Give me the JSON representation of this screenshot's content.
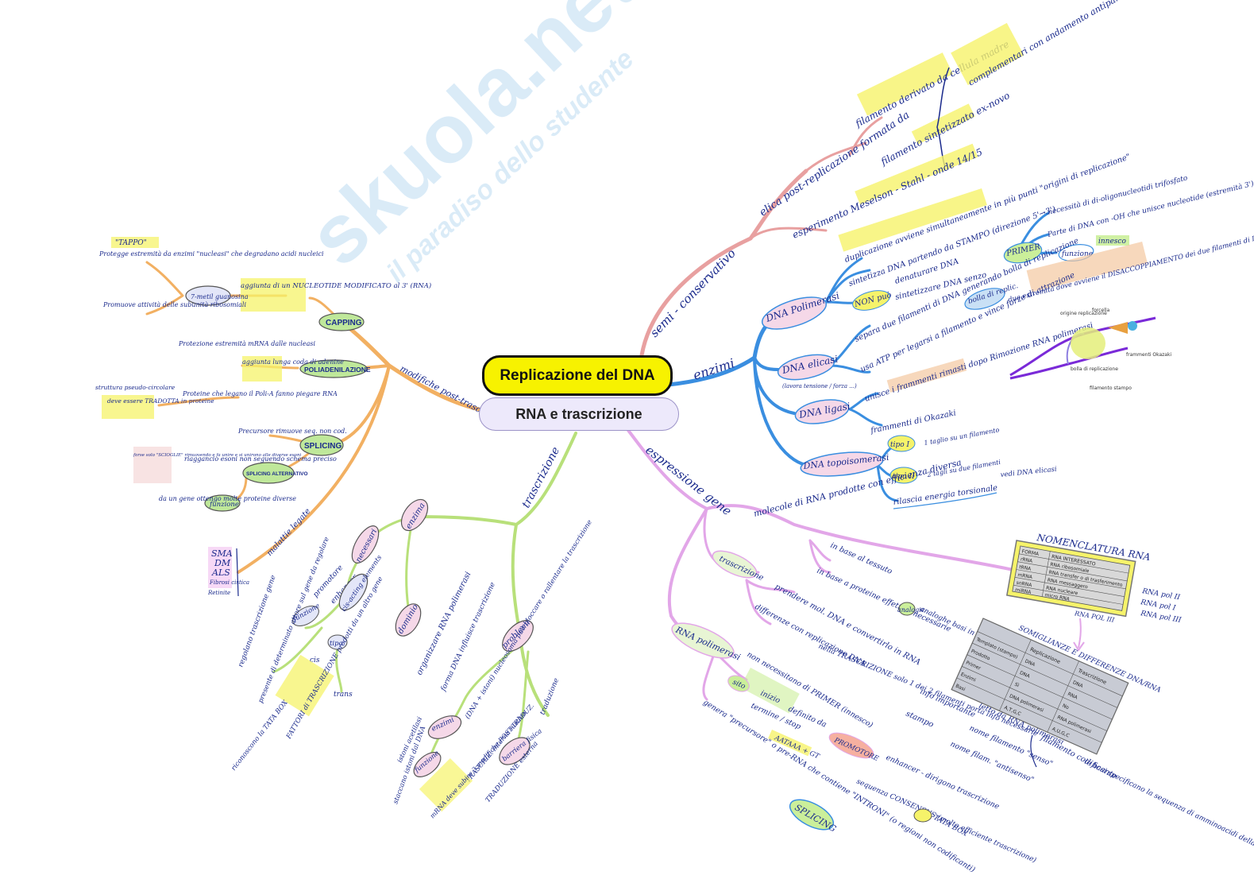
{
  "central": {
    "title": "Replicazione del DNA",
    "subtitle": "RNA e trascrizione"
  },
  "watermark": {
    "brand": "skuola.net",
    "tagline": "il paradiso dello studente"
  },
  "colors": {
    "title_bg": "#f7f200",
    "subtitle_bg": "#ede9fb",
    "branch_red": "#e8a0a0",
    "branch_blue": "#3a8ee0",
    "branch_purple": "#e2a6e8",
    "branch_green": "#b8e07a",
    "branch_orange": "#f2b062",
    "ink": "#1a2a8c"
  },
  "branches": {
    "semiconservativo": {
      "label": "semi - conservativo",
      "elica": "elica post-replicazione formata da",
      "filamento_madre": "filamento derivato da cellula madre",
      "filamento_nuovo": "filamento sintetizzato ex-novo",
      "complementari": "complementari con andamento antiparallelo",
      "esperimento": "esperimento Meselson - Stahl - onde 14/15"
    },
    "enzimi": {
      "label": "enzimi",
      "dna_polimerasi": "DNA Polimerasi",
      "duplicazione": "duplicazione avviene simultaneamente in più punti \"origini di replicazione\"",
      "sintetizza": "sintetizza DNA partendo da STAMPO (direzione 5'→3')",
      "non_puo": "NON può",
      "denaturare": "denaturare DNA",
      "sintetizzare": "sintetizzare DNA senzo",
      "primer": "PRIMER",
      "necessita": "necessità di di-oligonucleotidi trifosfato",
      "parte": "Parte di DNA con -OH che unisce nucleotide (estremità 3')",
      "funzione": "funzione",
      "innesco": "innesco",
      "bolla": "bolla di replic.",
      "due_estremita": "due estremità dove avviene il DISACCOPPIAMENTO dei due filamenti di DNA",
      "dna_elicasi": "DNA elicasi",
      "proteine": "(lavora tensione / forza ...)",
      "separa": "separa due filamenti di DNA generando bolla di replicazione",
      "usa_atp": "usa ATP per legarsi a filamento e vince forze di attrazione",
      "dna_ligasi": "DNA ligasi",
      "unisce": "unisce i frammenti rimasti dopo Rimozione RNA polimerasi",
      "okazaki": "frammenti di Okazaki",
      "topoisomerasi": "DNA topoisomerasi",
      "tipo1": "tipo I",
      "tipo1_desc": "1 taglio su un filamento",
      "tipo2": "tipo II",
      "tipo2_desc": "2 tagli su due filamenti",
      "rilascia": "rilascia energia torsionale",
      "vedi": "vedi DNA elicasi"
    },
    "espressione": {
      "label": "espressione gene",
      "molecole": "molecole di RNA prodotte con efficienza diversa",
      "in_base_tessuto": "in base al tessuto",
      "in_base_proteine": "in base a proteine effettive necessarie",
      "trascrizione": "trascrizione",
      "prendere": "prendere mol. DNA e convertirlo in RNA",
      "analogie": "analogie",
      "diff_replicazione": "differenze con replicazione DNA",
      "analoghe": "analoghe basi in diversa quantità",
      "nella": "nella TRASCRIZIONE solo 1 dei 2 filamenti porta info necessarie",
      "info": "info importante",
      "stampo": "stampo",
      "letto": "letto da RNA polimerasi",
      "nome_senso": "nome filamento \"senso\"",
      "nome_antisenso": "nome filam. \"antisenso\"",
      "filamento_codificante": "filamento codificante",
      "le_basi": "le basi specificano la sequenza di amminoacidi della proteina codificata",
      "rna_polimerasi": "RNA polimerasi",
      "non_necessitano": "non necessitano di PRIMER (innesco)",
      "sito": "sito",
      "inizio": "inizio",
      "definito": "definito da",
      "promotore": "PROMOTORE",
      "termine": "termine / stop",
      "aataaa": "AATAAA + GT",
      "enhancer": "enhancer - dirigono trascrizione",
      "sequenza": "sequenza CONSENSUS (molto efficiente trascrizione)",
      "tata": "TATA BOX",
      "genera": "genera \"precursore\" o pre-RNA che contiene \"INTRONI\" (o regioni non codificanti)",
      "splicing": "SPLICING"
    },
    "trascrizione": {
      "label": "trascrizione",
      "enzima": "enzima",
      "necessari": "necessari",
      "promotore": "promotore",
      "enhancer": "enhancer",
      "cis_acting": "cis-acting elements",
      "dominio": "dominio",
      "funzione": "funzione",
      "tipo": "tipo",
      "regolano": "regolano trascrizione gene",
      "cis": "cis",
      "trans": "trans",
      "presente": "presente di determinato attore sul gene da regolare",
      "fattori": "FATTORI di TRASCRIZIONE prodotti da un altro gene",
      "riconoscono": "riconoscono la TATA BOX",
      "organizzare": "organizzare RNA polimerasi",
      "problemi": "problemi",
      "forma": "forma DNA influisce trascrizione",
      "dna_istoni": "(DNA + istoni) nucleosoma può bloccare o rallentare la trascrizione",
      "enzimi": "enzimi",
      "istoni_acetilasi": "istoni acetilasi",
      "funzione2": "funzione",
      "staccano": "staccano istoni dal DNA",
      "barriera": "barriera fisica",
      "trascriz": "TRASCRIZ. interna nucleo",
      "traduzione_esterna": "TRADUZIONE esterna",
      "mrna": "mRNA deve subire 3 modifiche POST-TRADUZ.",
      "traduzione": "traduzione"
    },
    "modifiche": {
      "label": "modifiche post-trascriz.",
      "capping": "CAPPING",
      "aggiunta_nucleotide": "aggiunta di un NUCLEOTIDE MODIFICATO al 3' (RNA)",
      "metil": "7-metil guanosina",
      "tappo": "\"TAPPO\"",
      "protegge": "Protegge estremità da enzimi \"nucleasi\" che degradano acidi nucleici",
      "promuove": "Promuove attività delle subunità ribosomiali",
      "poliadenilazione": "POLIADENILAZIONE",
      "aggiunta_coda": "aggiunta lunga coda di adenine",
      "protezione": "Protezione estremità mRNA dalle nucleasi",
      "proteine_legano": "Proteine che legano il Poli-A fanno piegare RNA",
      "struttura": "struttura pseudo-circolare",
      "deve_essere": "deve essere TRADOTTA in proteine",
      "splicing": "SPLICING",
      "precursore": "Precursore rimuove seq. non cod.",
      "splicing_alt": "SPLICING ALTERNATIVO",
      "riaggancio": "riaggancio esoni non seguendo schema preciso",
      "forse": "forse solo \"SCIOGLIE\" rimuovendo e fa unire e si unirono alle diverse esoni",
      "funzione": "funzione",
      "da_un_gene": "da un gene ottengo molte proteine diverse",
      "malattie": "malattie legate",
      "sma": "SMA",
      "dm": "DM",
      "als": "ALS",
      "fibrosi": "Fibrosi cistica",
      "retinite": "Retinite"
    }
  },
  "table_nomenclatura": {
    "title": "NOMENCLATURA RNA",
    "header": [
      "FORMA",
      "RNA INTERESSATO"
    ],
    "rows": [
      [
        "rRNA",
        "RNA ribosomiale"
      ],
      [
        "tRNA",
        "RNA transfer o di trasferimento"
      ],
      [
        "mRNA",
        "RNA messaggero"
      ],
      [
        "snRNA",
        "RNA nucleare"
      ],
      [
        "miRNA",
        "micro RNA"
      ]
    ],
    "side": [
      "RNA pol II",
      "RNA pol I",
      "RNA pol III"
    ],
    "foot": "RNA POL III"
  },
  "table_somiglianze": {
    "title": "SOMIGLIANZE E DIFFERENZE DNA/RNA",
    "header": [
      "",
      "Replicazione",
      "Trascrizione"
    ],
    "rows": [
      [
        "Templato (stampo)",
        "DNA",
        "DNA"
      ],
      [
        "Prodotto",
        "DNA",
        "RNA"
      ],
      [
        "Primer",
        "Sì",
        "No"
      ],
      [
        "Enzimi",
        "DNA polimerasi",
        "RNA polimerasi"
      ],
      [
        "Basi",
        "A,T,G,C",
        "A,U,G,C"
      ]
    ]
  },
  "diagram_replication": {
    "labels": [
      "origine replicazione",
      "forcella",
      "bolla di replicazione",
      "filamento stampo",
      "frammenti Okazaki"
    ]
  }
}
